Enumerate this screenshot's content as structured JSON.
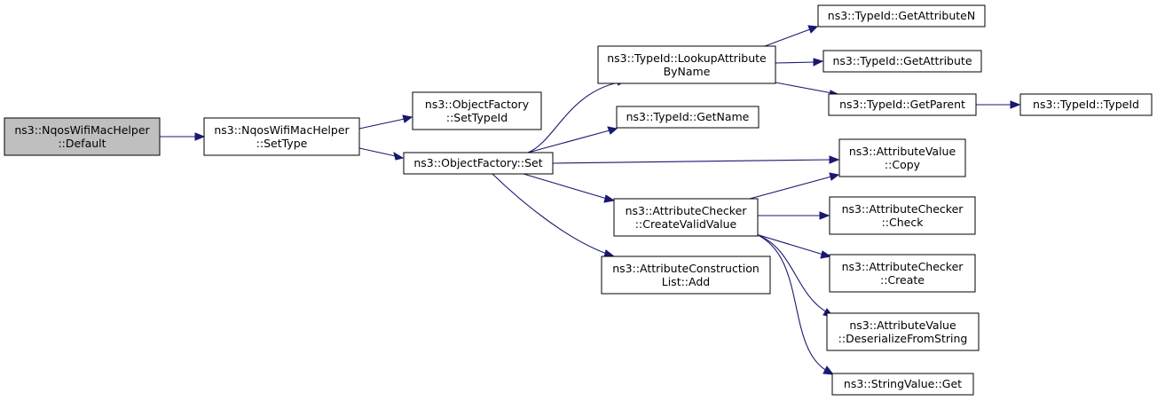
{
  "graph": {
    "nodes": {
      "root": {
        "lines": [
          "ns3::NqosWifiMacHelper",
          "::Default"
        ]
      },
      "settype": {
        "lines": [
          "ns3::NqosWifiMacHelper",
          "::SetType"
        ]
      },
      "settypeid": {
        "lines": [
          "ns3::ObjectFactory",
          "::SetTypeId"
        ]
      },
      "set": {
        "lines": [
          "ns3::ObjectFactory::Set"
        ]
      },
      "lookup": {
        "lines": [
          "ns3::TypeId::LookupAttribute",
          "ByName"
        ]
      },
      "getname": {
        "lines": [
          "ns3::TypeId::GetName"
        ]
      },
      "createvalid": {
        "lines": [
          "ns3::AttributeChecker",
          "::CreateValidValue"
        ]
      },
      "add": {
        "lines": [
          "ns3::AttributeConstruction",
          "List::Add"
        ]
      },
      "getattrn": {
        "lines": [
          "ns3::TypeId::GetAttributeN"
        ]
      },
      "getattr": {
        "lines": [
          "ns3::TypeId::GetAttribute"
        ]
      },
      "getparent": {
        "lines": [
          "ns3::TypeId::GetParent"
        ]
      },
      "typeid": {
        "lines": [
          "ns3::TypeId::TypeId"
        ]
      },
      "copy": {
        "lines": [
          "ns3::AttributeValue",
          "::Copy"
        ]
      },
      "check": {
        "lines": [
          "ns3::AttributeChecker",
          "::Check"
        ]
      },
      "create": {
        "lines": [
          "ns3::AttributeChecker",
          "::Create"
        ]
      },
      "deser": {
        "lines": [
          "ns3::AttributeValue",
          "::DeserializeFromString"
        ]
      },
      "strget": {
        "lines": [
          "ns3::StringValue::Get"
        ]
      }
    },
    "edges": [
      [
        "root",
        "settype"
      ],
      [
        "settype",
        "settypeid"
      ],
      [
        "settype",
        "set"
      ],
      [
        "set",
        "lookup"
      ],
      [
        "set",
        "getname"
      ],
      [
        "set",
        "copy"
      ],
      [
        "set",
        "createvalid"
      ],
      [
        "set",
        "add"
      ],
      [
        "lookup",
        "getattrn"
      ],
      [
        "lookup",
        "getattr"
      ],
      [
        "lookup",
        "getparent"
      ],
      [
        "getparent",
        "typeid"
      ],
      [
        "createvalid",
        "copy"
      ],
      [
        "createvalid",
        "check"
      ],
      [
        "createvalid",
        "create"
      ],
      [
        "createvalid",
        "deser"
      ],
      [
        "createvalid",
        "strget"
      ]
    ],
    "colors": {
      "edge": "#191970",
      "root_fill": "#bfbfbf",
      "node_fill": "#ffffff"
    }
  }
}
